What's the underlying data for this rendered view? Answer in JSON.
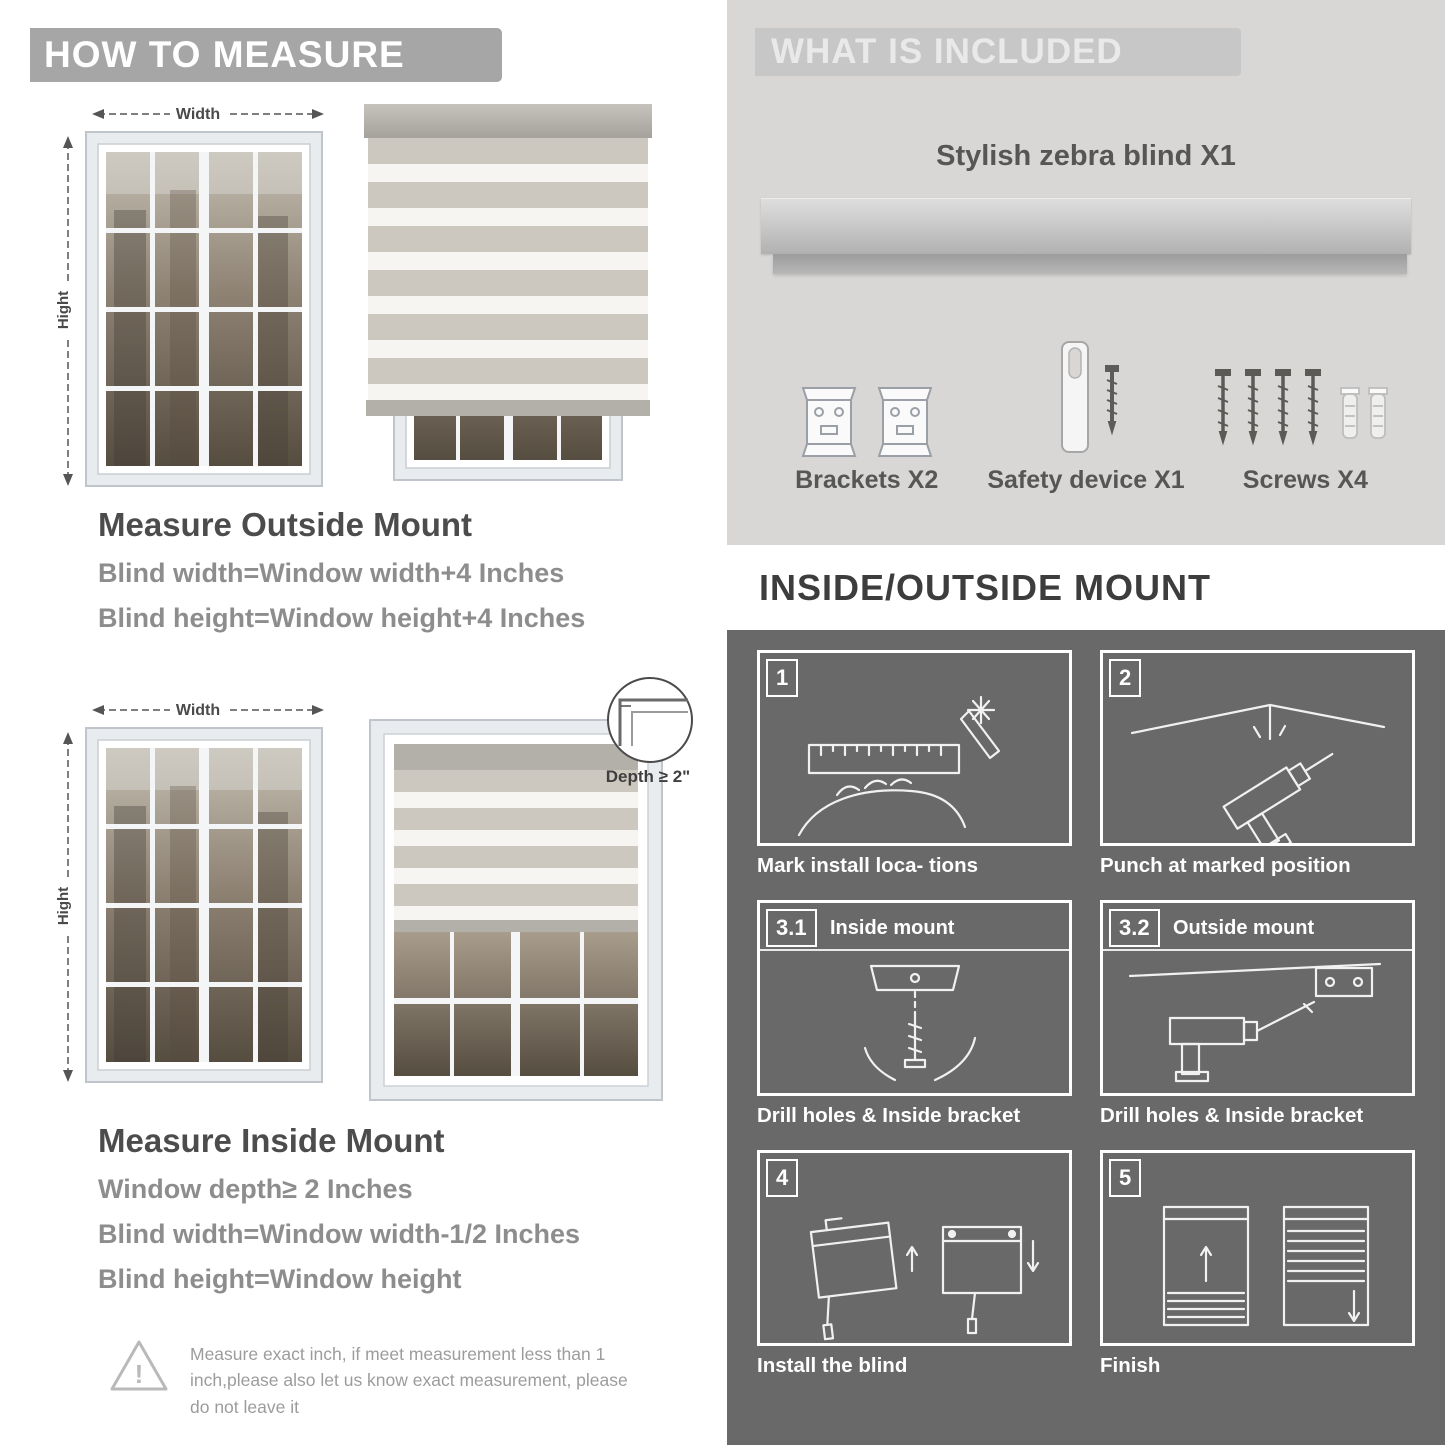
{
  "left": {
    "banner": "HOW TO MEASURE",
    "outside": {
      "width_label": "Width",
      "height_label": "Hight",
      "heading": "Measure Outside Mount",
      "lines": [
        "Blind width=Window width+4 Inches",
        "Blind height=Window height+4 Inches"
      ]
    },
    "inside": {
      "width_label": "Width",
      "height_label": "Hight",
      "depth_label": "Depth ≥ 2\"",
      "heading": "Measure Inside Mount",
      "lines": [
        "Window depth≥ 2 Inches",
        "Blind width=Window width-1/2 Inches",
        "Blind height=Window height"
      ]
    },
    "warning": {
      "mark": "!",
      "text": "Measure exact inch, if meet measurement less than 1 inch,please also let us know exact measurement, please do not leave it"
    }
  },
  "included": {
    "banner": "WHAT IS INCLUDED",
    "product_title": "Stylish zebra blind X1",
    "items": [
      {
        "label": "Brackets X2"
      },
      {
        "label": "Safety device X1"
      },
      {
        "label": "Screws X4"
      }
    ]
  },
  "mount": {
    "banner": "INSIDE/OUTSIDE MOUNT",
    "steps": [
      {
        "num": "1",
        "caption": "Mark install loca- tions"
      },
      {
        "num": "2",
        "caption": "Punch at  marked position"
      },
      {
        "num": "3.1",
        "label": "Inside mount",
        "caption": "Drill holes &  Inside bracket"
      },
      {
        "num": "3.2",
        "label": "Outside mount",
        "caption": "Drill holes &  Inside bracket"
      },
      {
        "num": "4",
        "caption": "Install the blind"
      },
      {
        "num": "5",
        "caption": "Finish"
      }
    ]
  },
  "colors": {
    "banner_gray": "#a6a6a6",
    "heading_dark": "#4c4c4c",
    "body_gray": "#8d8d8d",
    "included_bg": "#d8d7d5",
    "dark_bg": "#696969",
    "white": "#ffffff"
  }
}
